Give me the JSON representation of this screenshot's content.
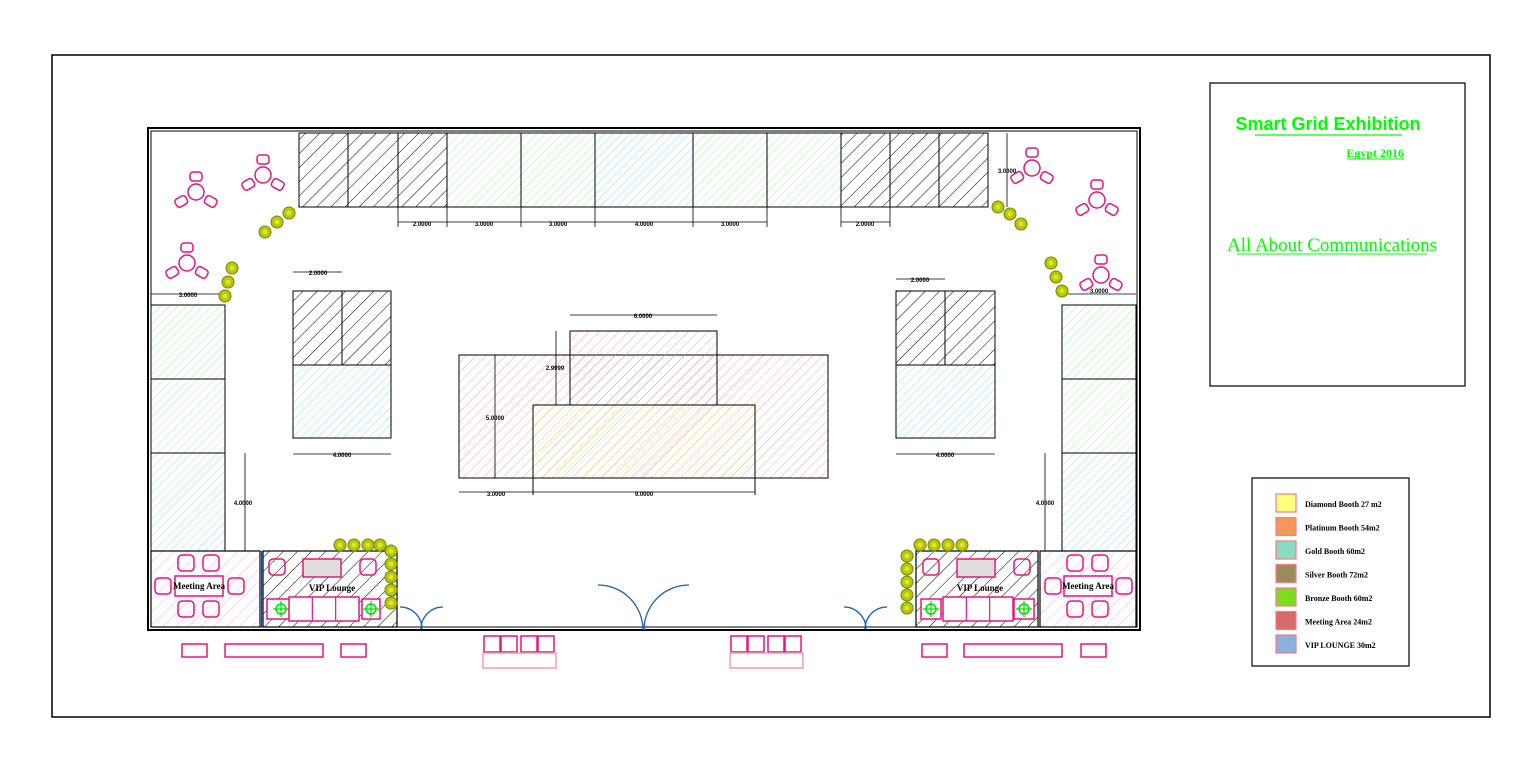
{
  "title": {
    "main": "Smart Grid Exhibition",
    "sub": "Egypt 2016",
    "tagline": "All About Communications",
    "color": "#00ff00"
  },
  "dimensions": {
    "top": [
      "2.0000",
      "3.0000",
      "3.0000",
      "4.0000",
      "3.0000",
      "2.0000"
    ],
    "top_right": "3.0000",
    "left_width": "3.0000",
    "right_width": "3.0000",
    "left_island_top": "2.0000",
    "left_island_bottom": "4.0000",
    "right_island_top": "2.0000",
    "right_island_bottom": "4.0000",
    "center_top": "6.0000",
    "center_upper_height": "2.9999",
    "center_height": "5.0000",
    "center_left": "3.0000",
    "center_bottom": "9.0000",
    "left_side": "4.0000",
    "right_side": "4.0000"
  },
  "areas": {
    "meeting_left": "Meeting Area",
    "vip_left": "VIP Lounge",
    "vip_right": "VIP Lounge",
    "meeting_right": "Meeting Area"
  },
  "legend": [
    {
      "label": "Diamond Booth 27 m2",
      "color": "#ffff80"
    },
    {
      "label": "Platinum Booth  54m2",
      "color": "#f5975a"
    },
    {
      "label": "Gold Booth 60m2",
      "color": "#88dcc0"
    },
    {
      "label": "Silver Booth 72m2",
      "color": "#9a8c5a"
    },
    {
      "label": "Bronze Booth  60m2",
      "color": "#7ddc20"
    },
    {
      "label": "Meeting Area 24m2",
      "color": "#d86a6a"
    },
    {
      "label": "VIP LOUNGE 30m2",
      "color": "#8cb0e0"
    }
  ]
}
